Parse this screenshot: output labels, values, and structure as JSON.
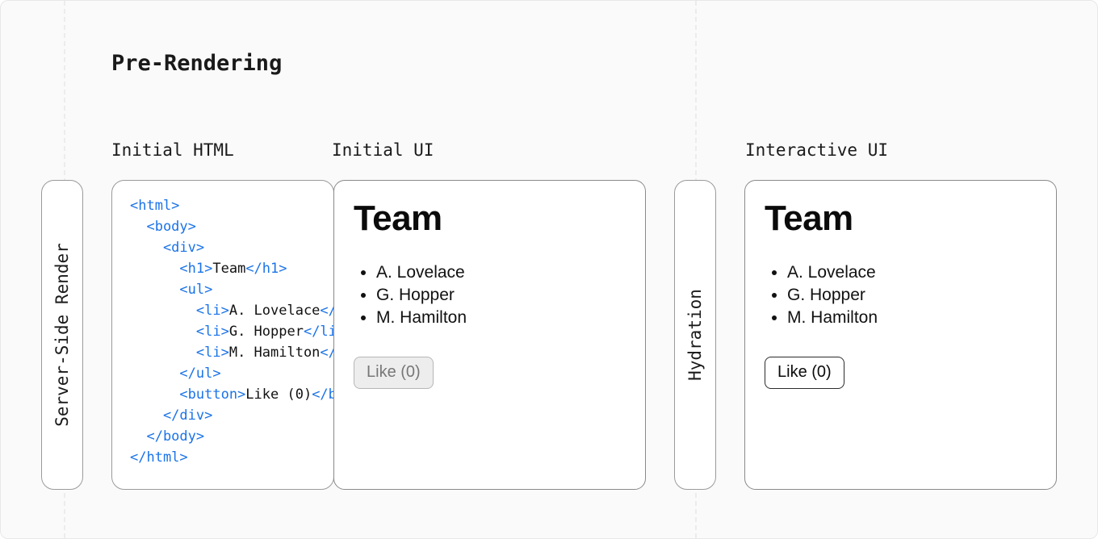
{
  "diagram": {
    "title": "Pre-Rendering",
    "background_color": "#fafafa",
    "accent_tag_color": "#1a73e8"
  },
  "columns": {
    "initial_html_label": "Initial HTML",
    "initial_ui_label": "Initial UI",
    "interactive_ui_label": "Interactive UI"
  },
  "stages": {
    "server_side_render": "Server-Side Render",
    "hydration": "Hydration"
  },
  "code_block": {
    "language": "html",
    "lines": [
      [
        {
          "t": "<html>",
          "k": "tag"
        }
      ],
      [
        {
          "t": "  <body>",
          "k": "tag"
        }
      ],
      [
        {
          "t": "    <div>",
          "k": "tag"
        }
      ],
      [
        {
          "t": "      <h1>",
          "k": "tag"
        },
        {
          "t": "Team",
          "k": "text"
        },
        {
          "t": "</h1>",
          "k": "tag"
        }
      ],
      [
        {
          "t": "      <ul>",
          "k": "tag"
        }
      ],
      [
        {
          "t": "        <li>",
          "k": "tag"
        },
        {
          "t": "A. Lovelace",
          "k": "text"
        },
        {
          "t": "</li>",
          "k": "tag"
        }
      ],
      [
        {
          "t": "        <li>",
          "k": "tag"
        },
        {
          "t": "G. Hopper",
          "k": "text"
        },
        {
          "t": "</li>",
          "k": "tag"
        }
      ],
      [
        {
          "t": "        <li>",
          "k": "tag"
        },
        {
          "t": "M. Hamilton",
          "k": "text"
        },
        {
          "t": "</li>",
          "k": "tag"
        }
      ],
      [
        {
          "t": "      </ul>",
          "k": "tag"
        }
      ],
      [
        {
          "t": "      <button>",
          "k": "tag"
        },
        {
          "t": "Like (0)",
          "k": "text"
        },
        {
          "t": "</button>",
          "k": "tag"
        }
      ],
      [
        {
          "t": "    </div>",
          "k": "tag"
        }
      ],
      [
        {
          "t": "  </body>",
          "k": "tag"
        }
      ],
      [
        {
          "t": "</html>",
          "k": "tag"
        }
      ]
    ]
  },
  "initial_ui": {
    "heading": "Team",
    "members": [
      "A. Lovelace",
      "G. Hopper",
      "M. Hamilton"
    ],
    "button_label": "Like (0)",
    "button_state": "disabled"
  },
  "interactive_ui": {
    "heading": "Team",
    "members": [
      "A. Lovelace",
      "G. Hopper",
      "M. Hamilton"
    ],
    "button_label": "Like (0)",
    "button_state": "enabled"
  }
}
